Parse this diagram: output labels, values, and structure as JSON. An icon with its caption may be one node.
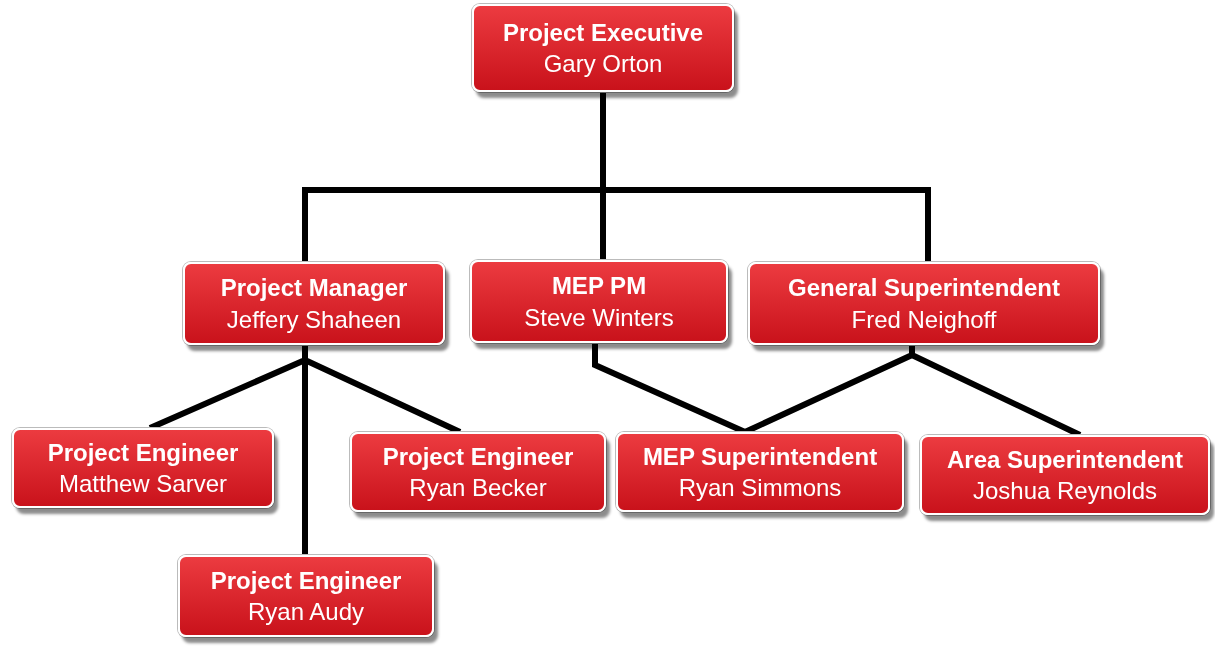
{
  "diagram": {
    "nodes": [
      {
        "text": [
          "Project Executive",
          "Gary Orton"
        ]
      },
      {
        "text": [
          "Project Manager",
          "Jeffery Shaheen"
        ]
      },
      {
        "text": [
          "MEP PM",
          "Steve Winters"
        ]
      },
      {
        "text": [
          "General Superintendent",
          "Fred Neighoff"
        ]
      },
      {
        "text": [
          "Project Engineer",
          "Matthew Sarver"
        ]
      },
      {
        "text": [
          "Project Engineer",
          "Ryan Becker"
        ]
      },
      {
        "text": [
          "MEP Superintendent",
          "Ryan Simmons"
        ]
      },
      {
        "text": [
          "Area Superintendent",
          "Joshua Reynolds"
        ]
      },
      {
        "text": [
          "Project Engineer",
          "Ryan Audy"
        ]
      }
    ],
    "edges": [
      {
        "from": 0,
        "to": 1,
        "arrow": "none"
      },
      {
        "from": 0,
        "to": 2,
        "arrow": "none"
      },
      {
        "from": 0,
        "to": 3,
        "arrow": "none"
      },
      {
        "from": 1,
        "to": 4,
        "arrow": "none"
      },
      {
        "from": 1,
        "to": 5,
        "arrow": "none"
      },
      {
        "from": 1,
        "to": 8,
        "arrow": "none"
      },
      {
        "from": 2,
        "to": 6,
        "arrow": "none"
      },
      {
        "from": 3,
        "to": 6,
        "arrow": "none"
      },
      {
        "from": 3,
        "to": 7,
        "arrow": "none"
      }
    ]
  }
}
